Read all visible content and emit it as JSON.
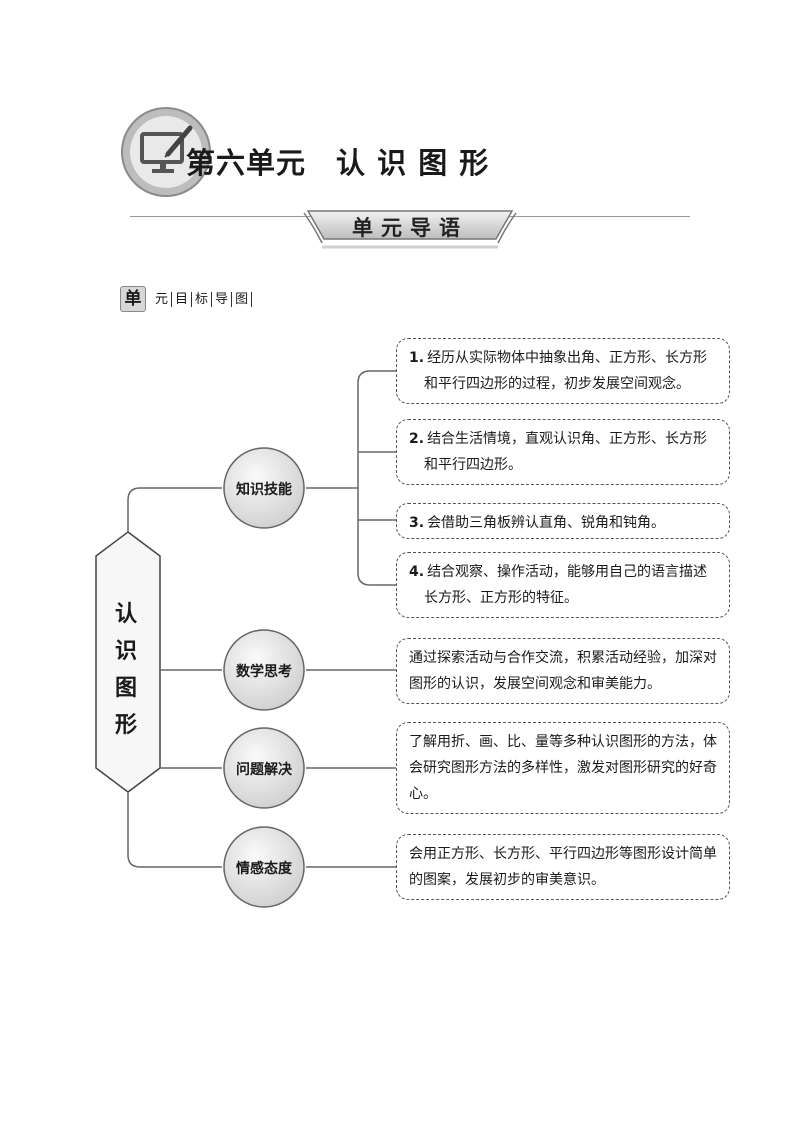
{
  "header": {
    "title": "第六单元　认 识 图 形",
    "banner": "单元导语"
  },
  "subheading": {
    "box_char": "单",
    "chars": [
      "元",
      "目",
      "标",
      "导",
      "图"
    ]
  },
  "diagram": {
    "root": [
      "认",
      "识",
      "图",
      "形"
    ],
    "nodes": [
      {
        "label": "知识技能",
        "items": [
          {
            "num": "1.",
            "text": "经历从实际物体中抽象出角、正方形、长方形和平行四边形的过程，初步发展空间观念。"
          },
          {
            "num": "2.",
            "text": "结合生活情境，直观认识角、正方形、长方形和平行四边形。"
          },
          {
            "num": "3.",
            "text": "会借助三角板辨认直角、锐角和钝角。"
          },
          {
            "num": "4.",
            "text": "结合观察、操作活动，能够用自己的语言描述长方形、正方形的特征。"
          }
        ]
      },
      {
        "label": "数学思考",
        "text": "通过探索活动与合作交流，积累活动经验，加深对图形的认识，发展空间观念和审美能力。"
      },
      {
        "label": "问题解决",
        "text": "了解用折、画、比、量等多种认识图形的方法，体会研究图形方法的多样性，激发对图形研究的好奇心。"
      },
      {
        "label": "情感态度",
        "text": "会用正方形、长方形、平行四边形等图形设计简单的图案，发展初步的审美意识。"
      }
    ]
  }
}
